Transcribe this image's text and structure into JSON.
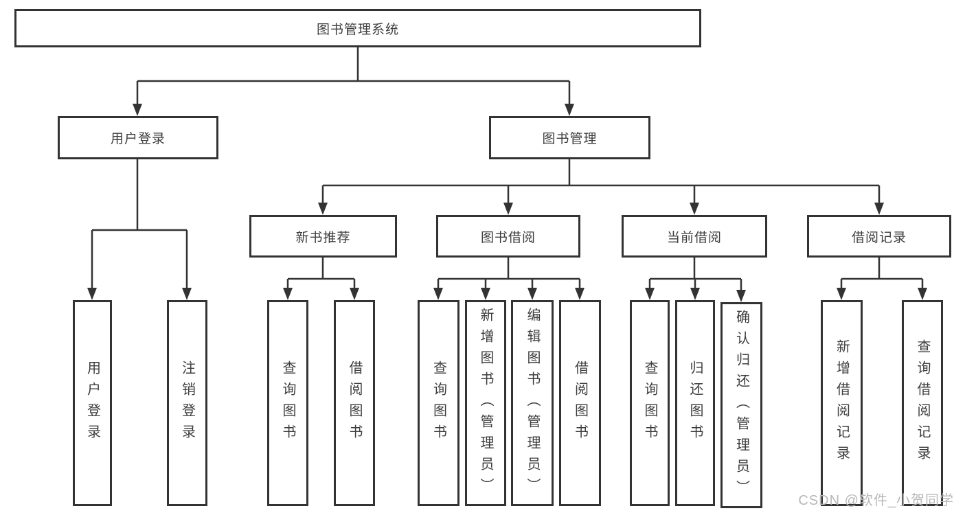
{
  "diagram": {
    "root": {
      "label": "图书管理系统"
    },
    "branches": [
      {
        "label": "用户登录",
        "children": [
          {
            "label": "用户登录"
          },
          {
            "label": "注销登录"
          }
        ]
      },
      {
        "label": "图书管理",
        "children": [
          {
            "label": "新书推荐",
            "children": [
              {
                "label": "查询图书"
              },
              {
                "label": "借阅图书"
              }
            ]
          },
          {
            "label": "图书借阅",
            "children": [
              {
                "label": "查询图书"
              },
              {
                "label": "新增图书（管理员）"
              },
              {
                "label": "编辑图书（管理员）"
              },
              {
                "label": "借阅图书"
              }
            ]
          },
          {
            "label": "当前借阅",
            "children": [
              {
                "label": "查询图书"
              },
              {
                "label": "归还图书"
              },
              {
                "label": "确认归还（管理员）"
              }
            ]
          },
          {
            "label": "借阅记录",
            "children": [
              {
                "label": "新增借阅记录"
              },
              {
                "label": "查询借阅记录"
              }
            ]
          }
        ]
      }
    ]
  },
  "watermark": {
    "text": "CSDN @软件_小贺同学"
  },
  "colors": {
    "line": "#333333",
    "box_border": "#333333",
    "text": "#3d3d3d",
    "watermark": "#b8b8b8",
    "background": "#ffffff"
  }
}
